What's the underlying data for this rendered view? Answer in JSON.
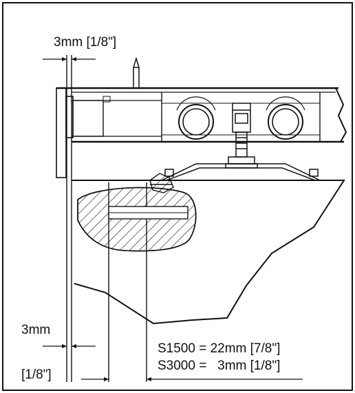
{
  "labels": {
    "top_gap": "3mm [1/8\"]",
    "side_gap_mm": "3mm",
    "side_gap_in": "[1/8\"]",
    "s1500": "S1500 = 22mm [7/8\"]",
    "s3000": "S3000 =   3mm [1/8\"]"
  },
  "colors": {
    "line": "#111111",
    "background": "#ffffff"
  }
}
